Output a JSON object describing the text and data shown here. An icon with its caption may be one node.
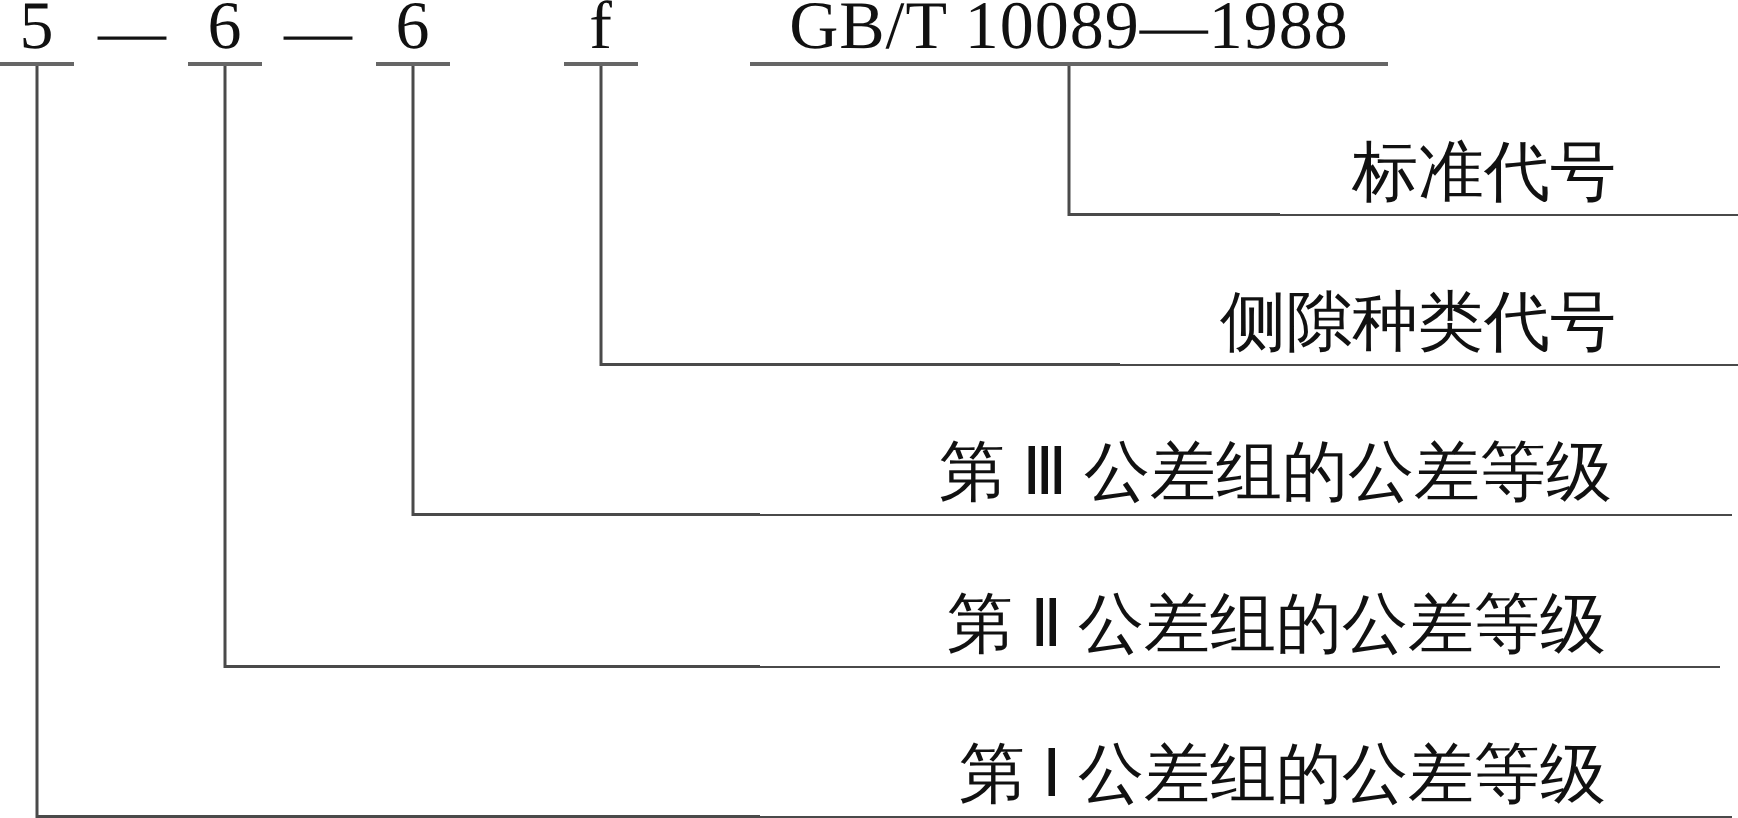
{
  "diagram": {
    "nodes": [
      {
        "text": [
          "5"
        ]
      },
      {
        "text": [
          "6"
        ]
      },
      {
        "text": [
          "6"
        ]
      },
      {
        "text": [
          "f"
        ]
      },
      {
        "text": [
          "GB/T 10089—1988"
        ]
      },
      {
        "text": [
          "标准代号"
        ]
      },
      {
        "text": [
          "侧隙种类代号"
        ]
      },
      {
        "text": [
          "第 Ⅲ 公差组的公差等级"
        ]
      },
      {
        "text": [
          "第 Ⅱ 公差组的公差等级"
        ]
      },
      {
        "text": [
          "第 Ⅰ 公差组的公差等级"
        ]
      }
    ],
    "edges": [
      {
        "from": 4,
        "to": 5,
        "arrow": "none"
      },
      {
        "from": 3,
        "to": 6,
        "arrow": "none"
      },
      {
        "from": 2,
        "to": 7,
        "arrow": "none"
      },
      {
        "from": 1,
        "to": 8,
        "arrow": "none"
      },
      {
        "from": 0,
        "to": 9,
        "arrow": "none"
      }
    ],
    "labels": [
      "—",
      "—"
    ]
  }
}
